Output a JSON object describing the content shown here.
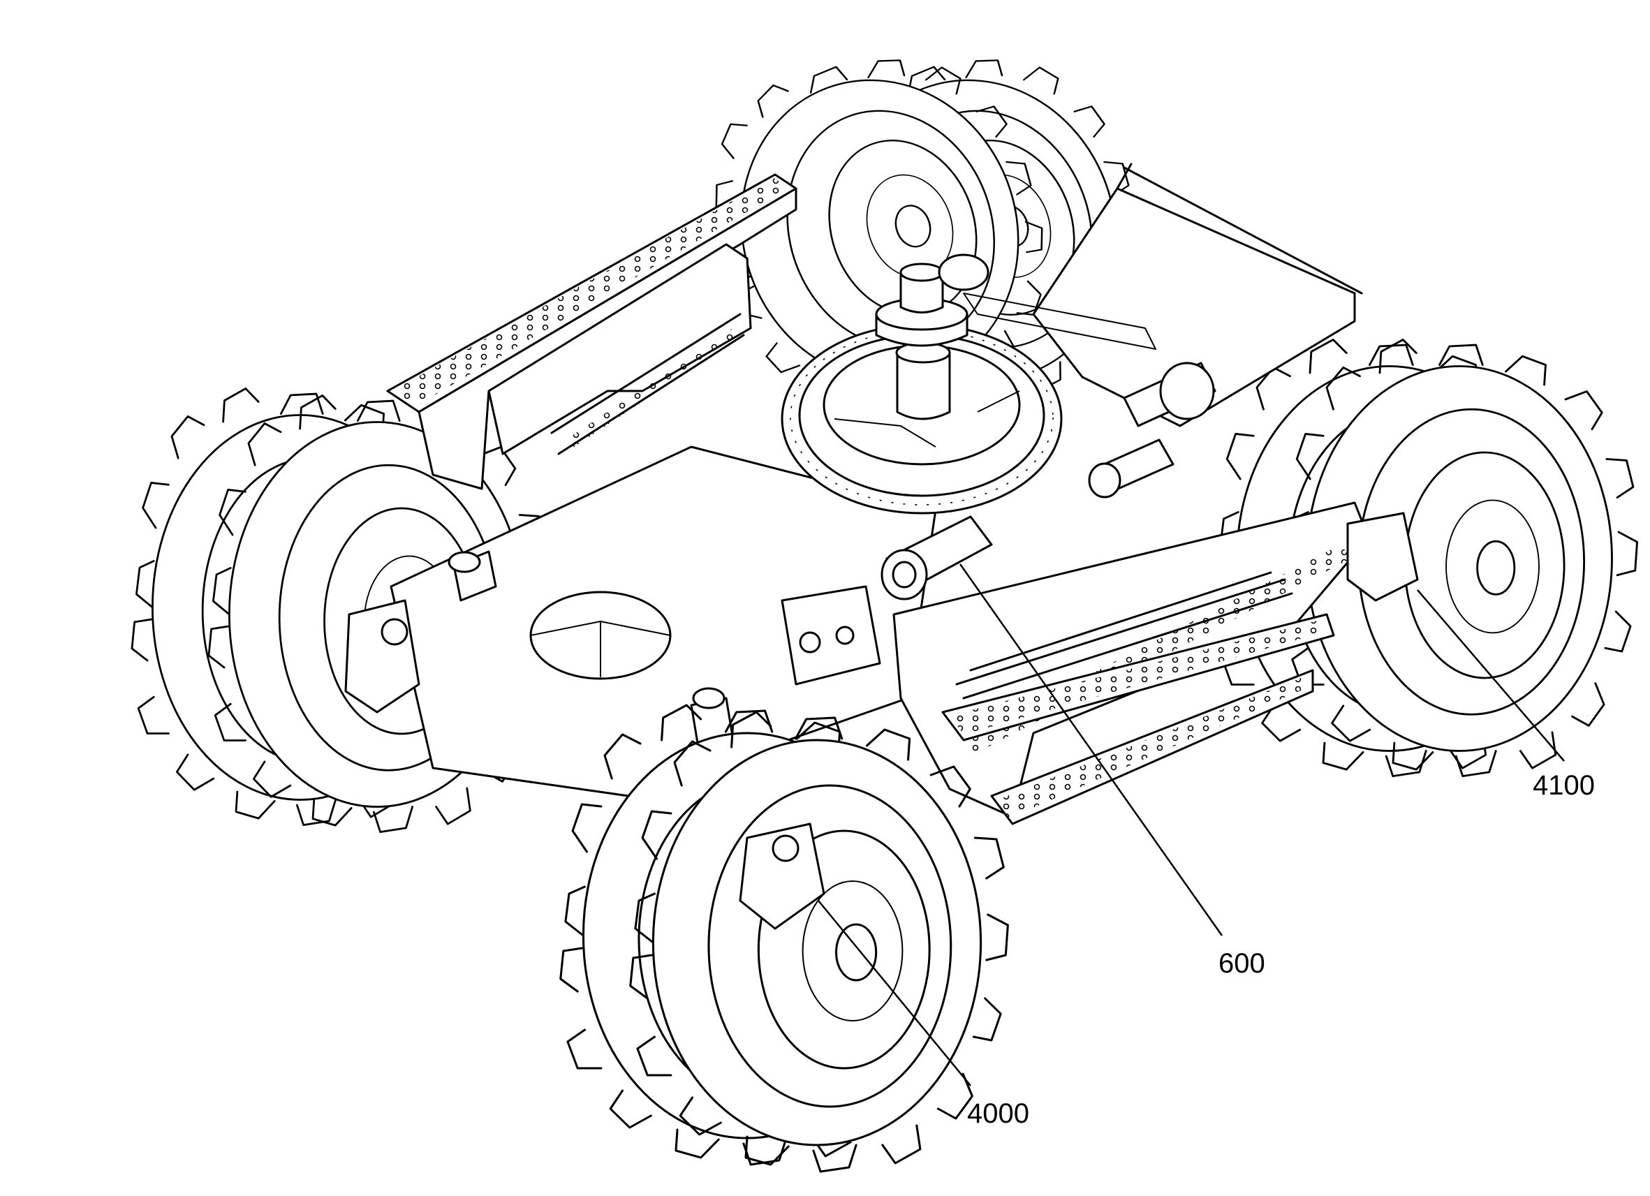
{
  "diagram": {
    "callouts": [
      {
        "id": "wheel-rear-right",
        "label": "4100"
      },
      {
        "id": "center-shaft",
        "label": "600"
      },
      {
        "id": "wheel-front",
        "label": "4000"
      }
    ]
  }
}
